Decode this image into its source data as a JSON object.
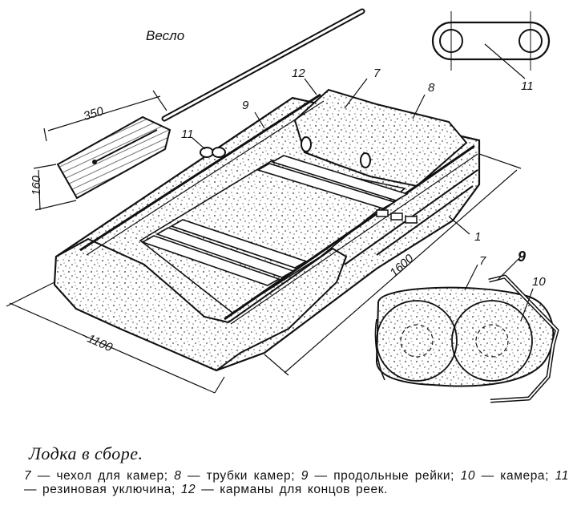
{
  "figure": {
    "labels": {
      "oar": "Весло",
      "blade_length": "350",
      "blade_width": "160",
      "boat_length": "1600",
      "boat_width": "~1100",
      "n1": "1",
      "n7": "7",
      "n8": "8",
      "n9": "9",
      "n10": "10",
      "n11": "11",
      "n12": "12"
    }
  },
  "caption": {
    "title": "Лодка в сборе.",
    "legend": [
      {
        "num": "7",
        "text": "— чехол для камер;"
      },
      {
        "num": "8",
        "text": "— трубки камер;"
      },
      {
        "num": "9",
        "text": "— продольные рейки;"
      },
      {
        "num": "10",
        "text": "— камера;"
      },
      {
        "num": "11",
        "text": "— резиновая уключина;"
      },
      {
        "num": "12",
        "text": "— карманы для концов реек."
      }
    ]
  }
}
